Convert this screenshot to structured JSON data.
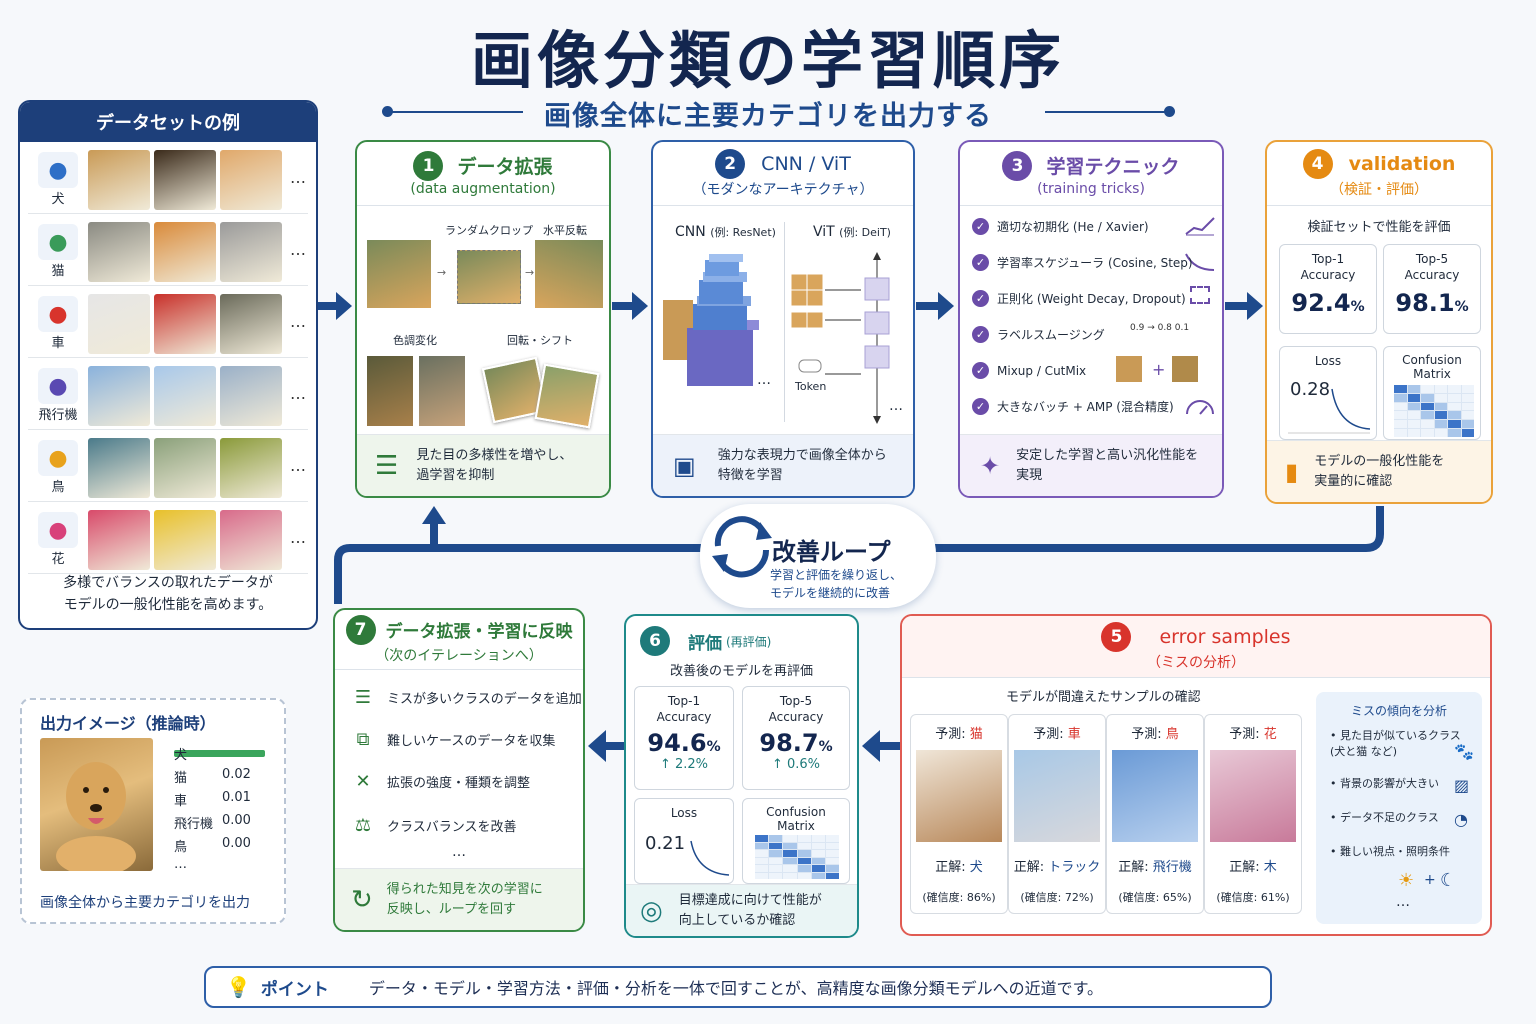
{
  "title": "画像分類の学習順序",
  "subtitle": "画像全体に主要カテゴリを出力する",
  "dataset": {
    "heading": "データセットの例",
    "classes": [
      {
        "label": "犬",
        "icon": "dog-icon",
        "color": "#2e6fc7"
      },
      {
        "label": "猫",
        "icon": "cat-icon",
        "color": "#3a9b5a"
      },
      {
        "label": "車",
        "icon": "car-icon",
        "color": "#d8342c"
      },
      {
        "label": "飛行機",
        "icon": "airplane-icon",
        "color": "#5a49b2"
      },
      {
        "label": "鳥",
        "icon": "bird-icon",
        "color": "#e8a21c"
      },
      {
        "label": "花",
        "icon": "flower-icon",
        "color": "#d8417a"
      }
    ],
    "ellipsis": "…",
    "footer": "多様でバランスの取れたデータが\nモデルの一般化性能を高めます。"
  },
  "output": {
    "heading": "出力イメージ（推論時）",
    "rows": [
      {
        "label": "犬",
        "value": ""
      },
      {
        "label": "猫",
        "value": "0.02"
      },
      {
        "label": "車",
        "value": "0.01"
      },
      {
        "label": "飛行機",
        "value": "0.00"
      },
      {
        "label": "鳥",
        "value": "0.00"
      }
    ],
    "dog_bar_fraction": 0.95,
    "ellipsis": "…",
    "footer": "画像全体から主要カテゴリを出力"
  },
  "step1": {
    "num": "1",
    "title": "データ拡張",
    "sub": "(data augmentation)",
    "labels": {
      "crop": "ランダムクロップ",
      "flip": "水平反転",
      "color": "色調変化",
      "rotate": "回転・シフト"
    },
    "footer": "見た目の多様性を増やし、\n過学習を抑制"
  },
  "step2": {
    "num": "2",
    "title": "CNN / ViT",
    "sub": "（モダンなアーキテクチャ）",
    "cnn": "CNN",
    "cnn_ex": "(例: ResNet)",
    "vit": "ViT",
    "vit_ex": "(例: DeiT)",
    "token": "Token",
    "ellipsis": "…",
    "footer": "強力な表現力で画像全体から\n特徴を学習"
  },
  "step3": {
    "num": "3",
    "title": "学習テクニック",
    "sub": "(training tricks)",
    "items": [
      "適切な初期化 (He / Xavier)",
      "学習率スケジューラ (Cosine, Step)",
      "正則化 (Weight Decay, Dropout)",
      "ラベルスムージング",
      "Mixup / CutMix",
      "大きなバッチ + AMP (混合精度)"
    ],
    "smoothing": {
      "a": "0.9",
      "b": "0.8",
      "c": "0.1"
    },
    "footer": "安定した学習と高い汎化性能を\n実現"
  },
  "step4": {
    "num": "4",
    "title": "validation",
    "sub": "（検証・評価）",
    "caption": "検証セットで性能を評価",
    "top1_label": "Top-1\nAccuracy",
    "top1": "92.4",
    "top5_label": "Top-5\nAccuracy",
    "top5": "98.1",
    "pct": "%",
    "loss_label": "Loss",
    "loss": "0.28",
    "cm_label": "Confusion\nMatrix",
    "footer": "モデルの一般化性能を\n実量的に確認"
  },
  "loop": {
    "title": "改善ループ",
    "desc": "学習と評価を繰り返し、\nモデルを継続的に改善"
  },
  "step5": {
    "num": "5",
    "title": "error samples",
    "sub": "（ミスの分析）",
    "caption": "モデルが間違えたサンプルの確認",
    "pred_prefix": "予測: ",
    "true_prefix": "正解: ",
    "samples": [
      {
        "pred": "猫",
        "truth": "犬",
        "conf": "(確信度: 86%)"
      },
      {
        "pred": "車",
        "truth": "トラック",
        "conf": "(確信度: 72%)"
      },
      {
        "pred": "鳥",
        "truth": "飛行機",
        "conf": "(確信度: 65%)"
      },
      {
        "pred": "花",
        "truth": "木",
        "conf": "(確信度: 61%)"
      }
    ],
    "trend_title": "ミスの傾向を分析",
    "trends": [
      "見た目が似ているクラス\n(犬と猫 など)",
      "背景の影響が大きい",
      "データ不足のクラス",
      "難しい視点・照明条件"
    ],
    "ellipsis": "…"
  },
  "step6": {
    "num": "6",
    "title": "評価",
    "title_sub": "(再評価)",
    "caption": "改善後のモデルを再評価",
    "top1_label": "Top-1\nAccuracy",
    "top1": "94.6",
    "top1_delta": "↑ 2.2%",
    "top5_label": "Top-5\nAccuracy",
    "top5": "98.7",
    "top5_delta": "↑ 0.6%",
    "pct": "%",
    "loss_label": "Loss",
    "loss": "0.21",
    "cm_label": "Confusion\nMatrix",
    "footer": "目標達成に向けて性能が\n向上しているか確認"
  },
  "step7": {
    "num": "7",
    "title": "データ拡張・学習に反映",
    "sub": "（次のイテレーションへ）",
    "items": [
      "ミスが多いクラスのデータを追加",
      "難しいケースのデータを収集",
      "拡張の強度・種類を調整",
      "クラスバランスを改善"
    ],
    "ellipsis": "…",
    "footer": "得られた知見を次の学習に\n反映し、ループを回す"
  },
  "point": {
    "label": "ポイント",
    "text": "データ・モデル・学習方法・評価・分析を一体で回すことが、高精度な画像分類モデルへの近道です。"
  },
  "colors": {
    "navy": "#13264f",
    "green": "#2f7a3a",
    "blue": "#1e4a8c",
    "purple": "#6a4ca8",
    "orange": "#e58a12",
    "red": "#d8342c",
    "teal": "#1e7a7a"
  }
}
